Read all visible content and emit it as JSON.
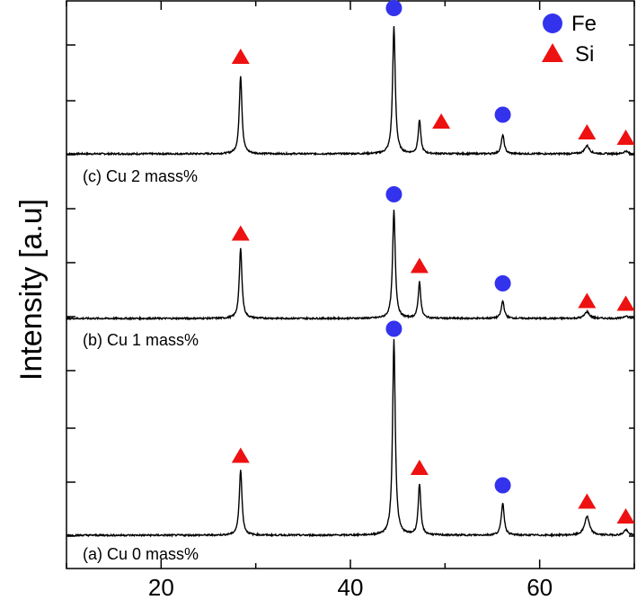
{
  "chart_data": {
    "type": "line",
    "ylabel": "Intensity [a.u]",
    "xlabel": "",
    "xlim": [
      10,
      70
    ],
    "xticks": [
      20,
      40,
      60
    ],
    "grid": false,
    "legend": {
      "placement": "top-right",
      "entries": [
        {
          "label": "Fe",
          "marker": "circle",
          "color": "#3333ee"
        },
        {
          "label": "Si",
          "marker": "triangle",
          "color": "#ee1111"
        }
      ]
    },
    "series": [
      {
        "name": "(c) Cu 2 mass%",
        "peaks": [
          {
            "x": 28.4,
            "h": 0.58,
            "w": 0.17
          },
          {
            "x": 44.6,
            "h": 0.94,
            "w": 0.17
          },
          {
            "x": 47.3,
            "h": 0.25,
            "w": 0.16
          },
          {
            "x": 56.1,
            "h": 0.14,
            "w": 0.18
          },
          {
            "x": 65.0,
            "h": 0.06,
            "w": 0.3
          },
          {
            "x": 69.1,
            "h": 0.02,
            "w": 0.25
          }
        ],
        "markers": [
          {
            "type": "Si",
            "x": 28.4,
            "y": 0.72
          },
          {
            "type": "Fe",
            "x": 44.6,
            "y": 1.08
          },
          {
            "type": "Si",
            "x": 49.6,
            "y": 0.24
          },
          {
            "type": "Fe",
            "x": 56.1,
            "y": 0.29
          },
          {
            "type": "Si",
            "x": 65.0,
            "y": 0.16
          },
          {
            "type": "Si",
            "x": 69.1,
            "y": 0.12
          }
        ]
      },
      {
        "name": "(b) Cu 1 mass%",
        "peaks": [
          {
            "x": 28.4,
            "h": 0.52,
            "w": 0.17
          },
          {
            "x": 44.6,
            "h": 0.8,
            "w": 0.17
          },
          {
            "x": 47.3,
            "h": 0.27,
            "w": 0.16
          },
          {
            "x": 56.1,
            "h": 0.13,
            "w": 0.18
          },
          {
            "x": 65.0,
            "h": 0.05,
            "w": 0.3
          },
          {
            "x": 69.1,
            "h": 0.02,
            "w": 0.25
          }
        ],
        "markers": [
          {
            "type": "Si",
            "x": 28.4,
            "y": 0.63
          },
          {
            "type": "Fe",
            "x": 44.6,
            "y": 0.92
          },
          {
            "type": "Si",
            "x": 47.3,
            "y": 0.39
          },
          {
            "type": "Fe",
            "x": 56.1,
            "y": 0.26
          },
          {
            "type": "Si",
            "x": 65.0,
            "y": 0.13
          },
          {
            "type": "Si",
            "x": 69.1,
            "y": 0.11
          }
        ]
      },
      {
        "name": "(a) Cu 0 mass%",
        "peaks": [
          {
            "x": 28.4,
            "h": 0.49,
            "w": 0.17
          },
          {
            "x": 44.6,
            "h": 1.45,
            "w": 0.17
          },
          {
            "x": 47.3,
            "h": 0.38,
            "w": 0.16
          },
          {
            "x": 56.1,
            "h": 0.24,
            "w": 0.18
          },
          {
            "x": 65.0,
            "h": 0.14,
            "w": 0.3
          },
          {
            "x": 69.1,
            "h": 0.04,
            "w": 0.25
          }
        ],
        "markers": [
          {
            "type": "Si",
            "x": 28.4,
            "y": 0.59
          },
          {
            "type": "Fe",
            "x": 44.6,
            "y": 1.53
          },
          {
            "type": "Si",
            "x": 47.3,
            "y": 0.5
          },
          {
            "type": "Fe",
            "x": 56.1,
            "y": 0.37
          },
          {
            "type": "Si",
            "x": 65.0,
            "y": 0.25
          },
          {
            "type": "Si",
            "x": 69.1,
            "y": 0.14
          }
        ]
      }
    ]
  }
}
